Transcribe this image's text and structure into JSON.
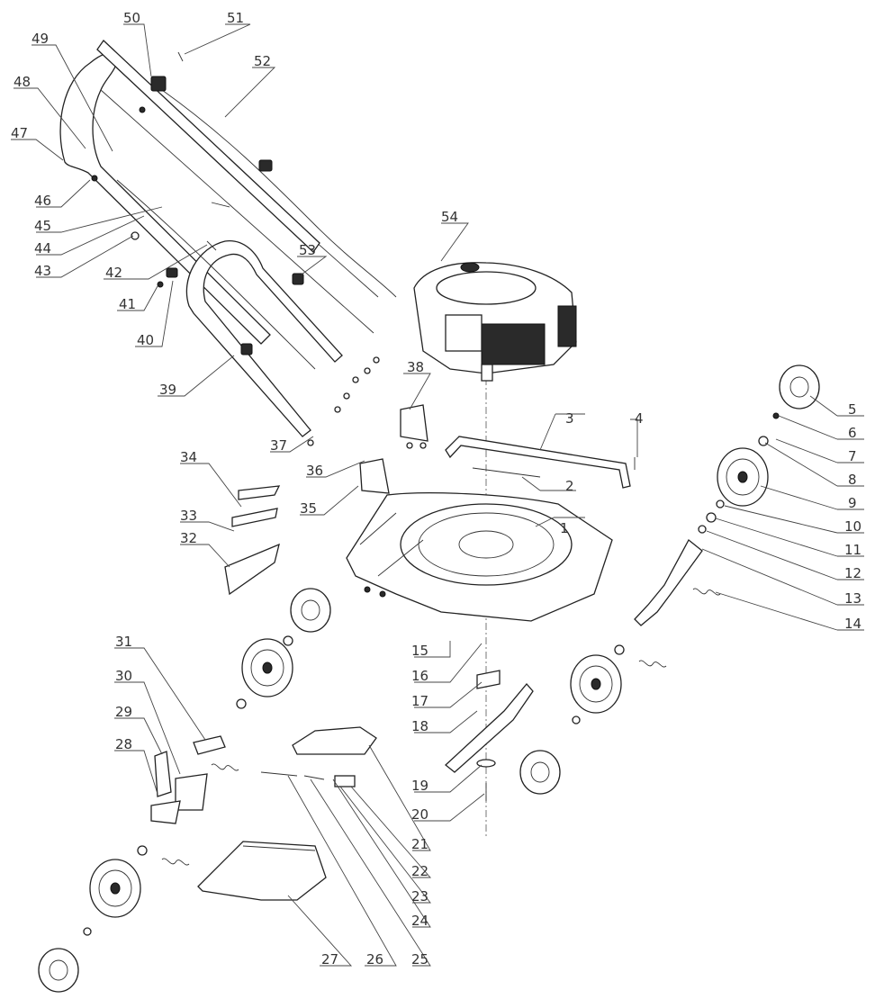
{
  "diagram": {
    "type": "exploded-parts-view",
    "colors": {
      "line": "#222222",
      "background": "#ffffff",
      "label": "#333333"
    },
    "labels": {
      "p1": "1",
      "p2": "2",
      "p3": "3",
      "p4": "4",
      "p5": "5",
      "p6": "6",
      "p7": "7",
      "p8": "8",
      "p9": "9",
      "p10": "10",
      "p11": "11",
      "p12": "12",
      "p13": "13",
      "p14": "14",
      "p15": "15",
      "p16": "16",
      "p17": "17",
      "p18": "18",
      "p19": "19",
      "p20": "20",
      "p21": "21",
      "p22": "22",
      "p23": "23",
      "p24": "24",
      "p25": "25",
      "p26": "26",
      "p27": "27",
      "p28": "28",
      "p29": "29",
      "p30": "30",
      "p31": "31",
      "p32": "32",
      "p33": "33",
      "p34": "34",
      "p35": "35",
      "p36": "36",
      "p37": "37",
      "p38": "38",
      "p39": "39",
      "p40": "40",
      "p41": "41",
      "p42": "42",
      "p43": "43",
      "p44": "44",
      "p45": "45",
      "p46": "46",
      "p47": "47",
      "p48": "48",
      "p49": "49",
      "p50": "50",
      "p51": "51",
      "p52": "52",
      "p53": "53",
      "p54": "54"
    }
  }
}
